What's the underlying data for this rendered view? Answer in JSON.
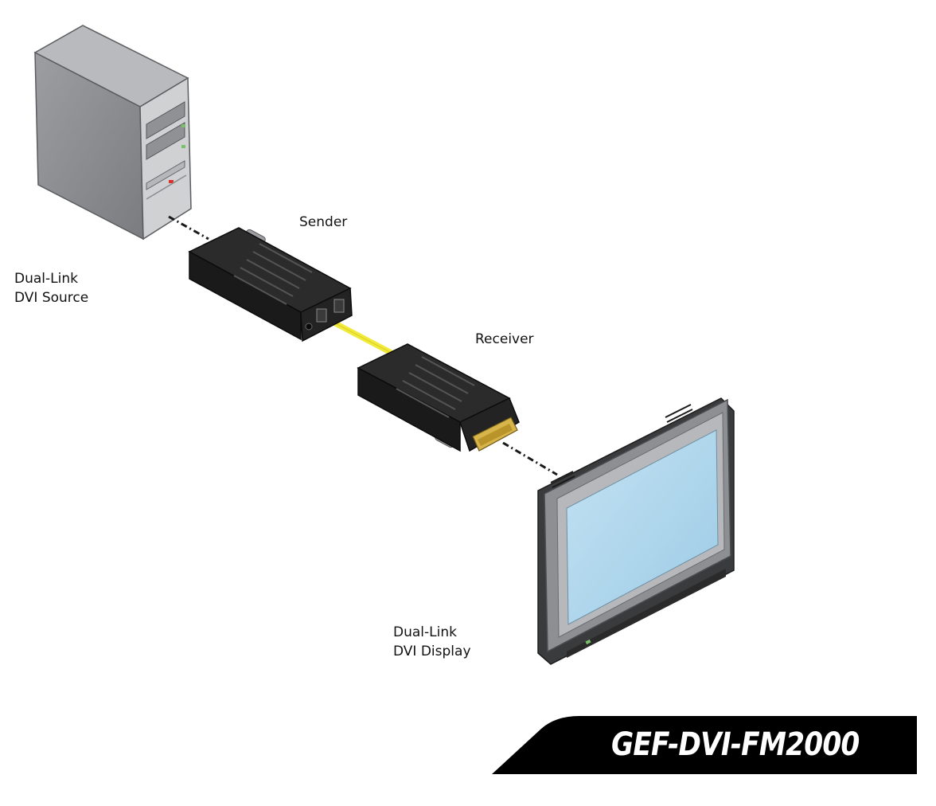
{
  "labels": {
    "sender": "Sender",
    "receiver": "Receiver",
    "source_line1": "Dual-Link",
    "source_line2": "DVI Source",
    "display_line1": "Dual-Link",
    "display_line2": "DVI Display"
  },
  "model": "GEF-DVI-FM2000",
  "colors": {
    "fiber_cable": "#f2ea3a",
    "banner": "#000000",
    "screen": "#a9d3ea",
    "device_body": "#1d1d1d",
    "tower_body": "#8a8c8f"
  }
}
